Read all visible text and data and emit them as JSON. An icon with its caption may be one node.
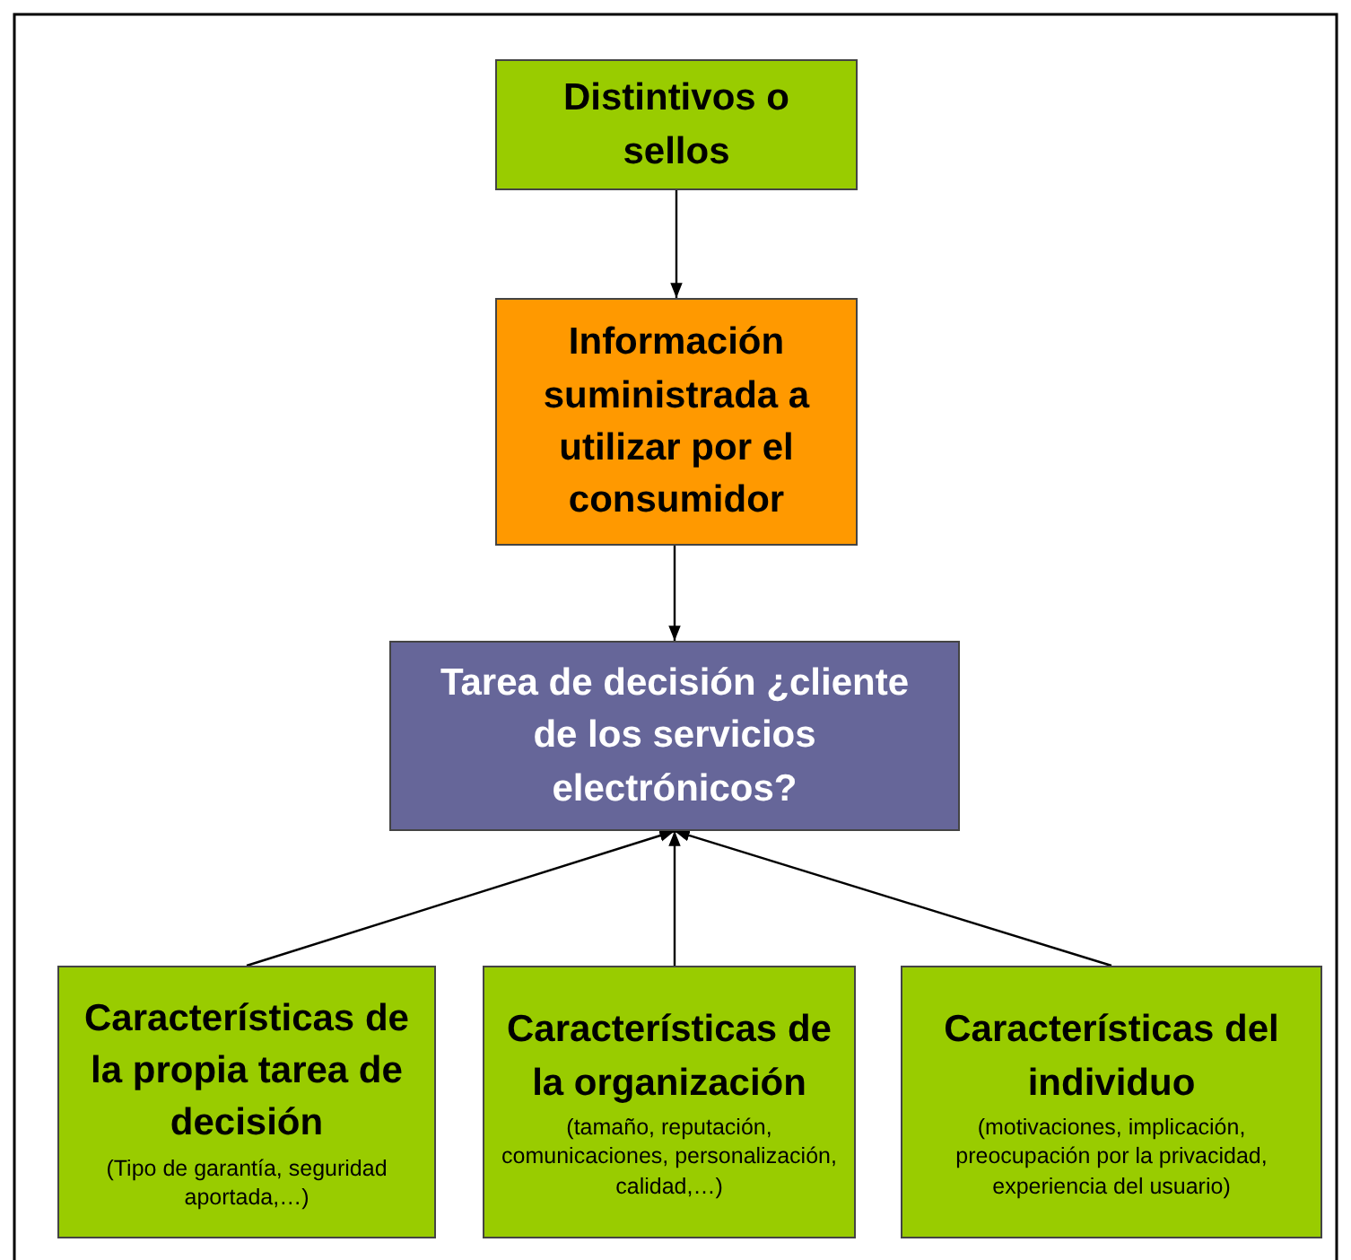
{
  "diagram": {
    "nodes": [
      {
        "text": [
          "Distintivos o sellos"
        ]
      },
      {
        "text": [
          "Información suministrada a utilizar por el consumidor"
        ]
      },
      {
        "text": [
          "Tarea de decisión ¿cliente de los servicios electrónicos?"
        ]
      },
      {
        "text": [
          "Características de la propia tarea de decisión",
          "(Tipo de garantía, seguridad aportada,…)"
        ]
      },
      {
        "text": [
          "Características de la organización",
          "(tamaño, reputación, comunicaciones, personalización, calidad,…)"
        ]
      },
      {
        "text": [
          "Características del individuo",
          "(motivaciones, implicación, preocupación por la privacidad, experiencia del usuario)"
        ]
      }
    ],
    "edges": [
      {
        "from": 0,
        "to": 1,
        "arrow": "to"
      },
      {
        "from": 1,
        "to": 2,
        "arrow": "to"
      },
      {
        "from": 3,
        "to": 2,
        "arrow": "to"
      },
      {
        "from": 4,
        "to": 2,
        "arrow": "to"
      },
      {
        "from": 5,
        "to": 2,
        "arrow": "to"
      }
    ]
  }
}
